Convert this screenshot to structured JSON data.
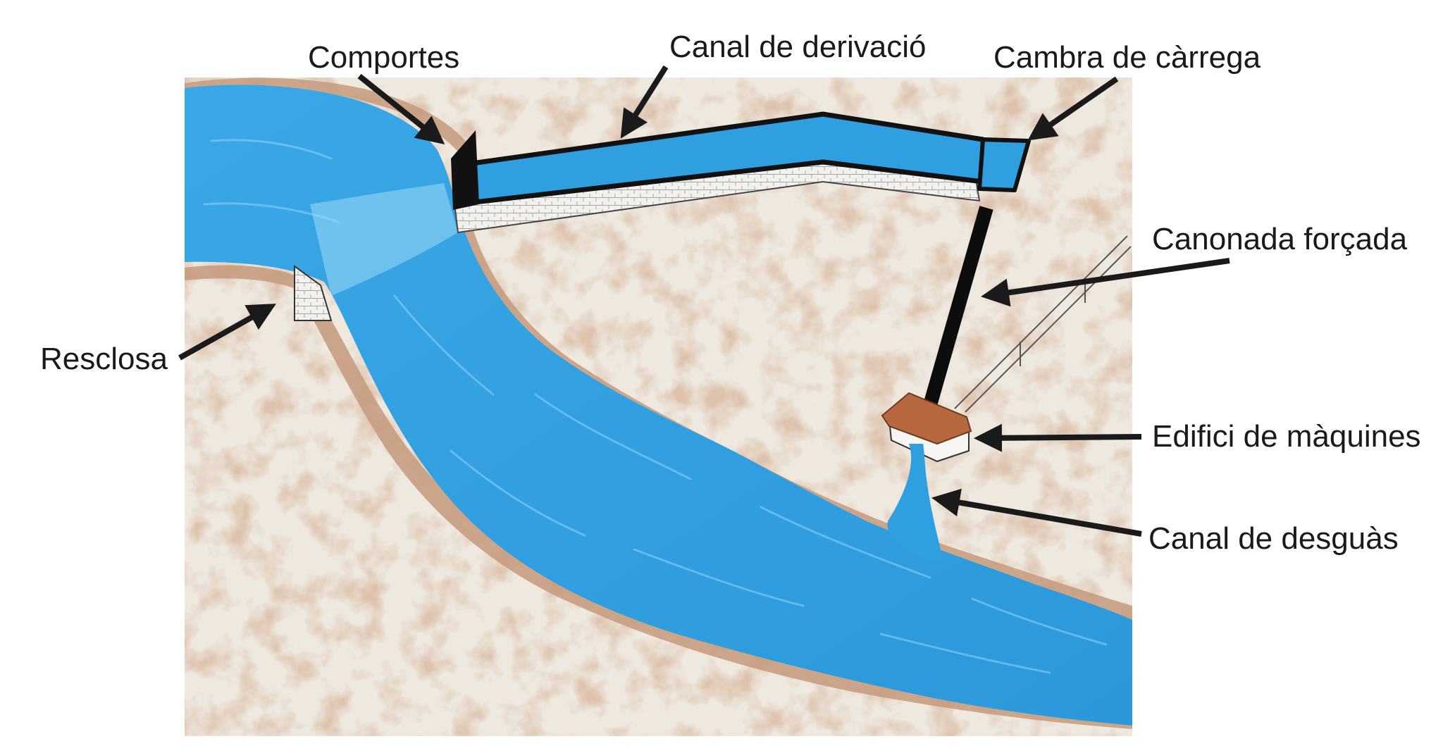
{
  "labels": {
    "comportes": "Comportes",
    "canal_derivacio": "Canal de derivació",
    "cambra_carrega": "Cambra de càrrega",
    "canonada_forcada": "Canonada forçada",
    "resclosa": "Resclosa",
    "edifici_maquines": "Edifici de màquines",
    "canal_desguas": "Canal de desguàs"
  },
  "colors": {
    "water": "#2f9fe0",
    "water_light": "#6cc4f2",
    "terrain": "#ede6dc",
    "earth": "#b98a6a",
    "roof": "#b8683e",
    "ink": "#1a1a1a"
  }
}
